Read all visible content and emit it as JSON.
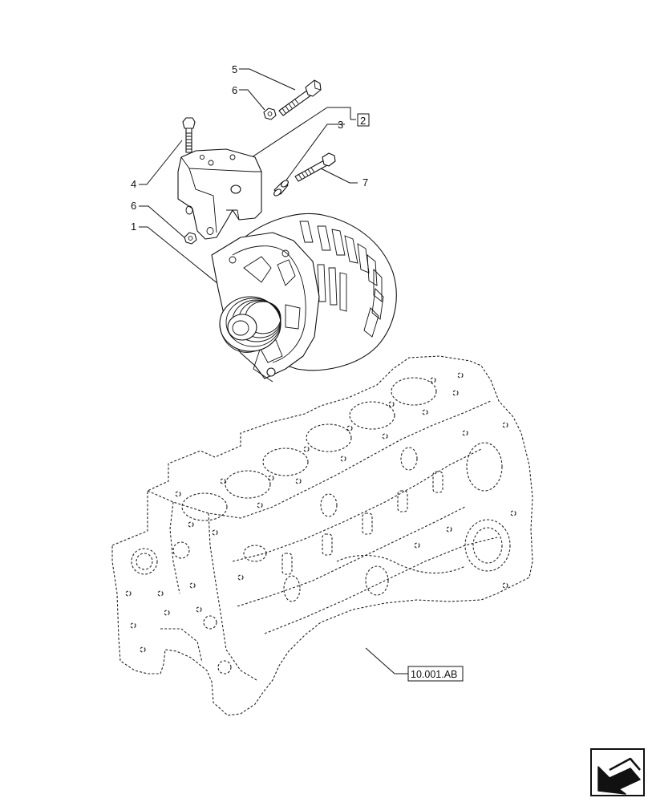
{
  "callouts": {
    "c1": "1",
    "c2": "2",
    "c3": "3",
    "c4": "4",
    "c5": "5",
    "c6a": "6",
    "c6b": "6",
    "c7": "7"
  },
  "reference": "10.001.AB",
  "icons": {
    "nav": "previous-page-arrow-icon"
  }
}
